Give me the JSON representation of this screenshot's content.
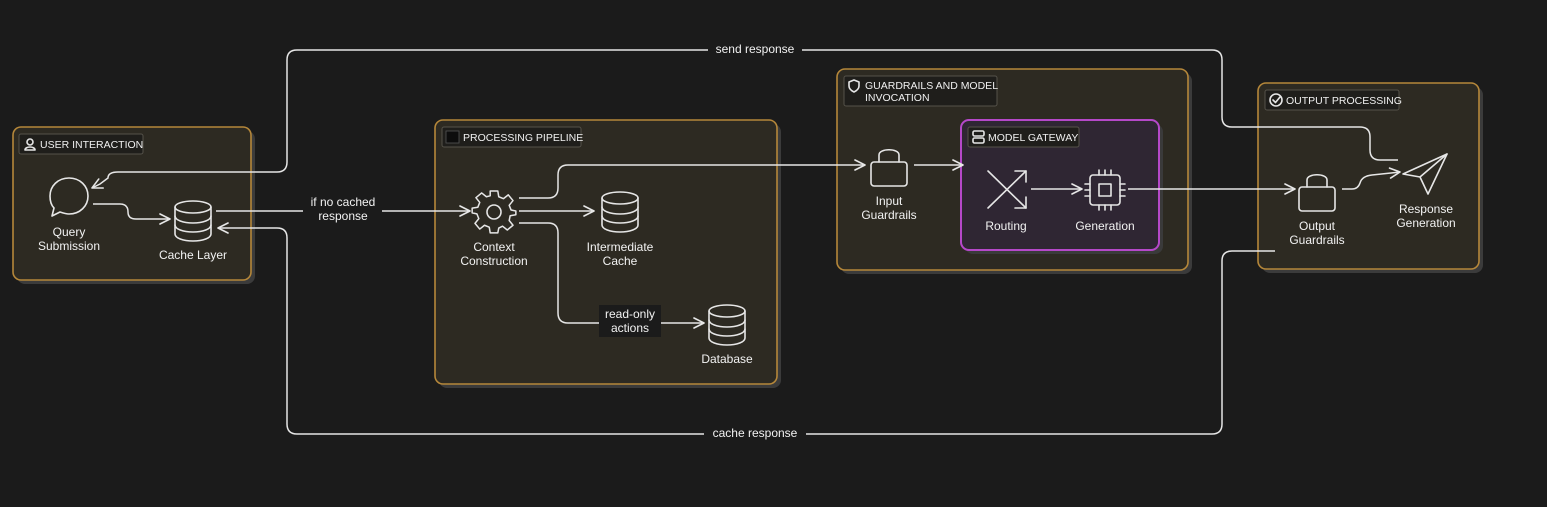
{
  "groups": {
    "user_interaction": "USER INTERACTION",
    "processing_pipeline": "PROCESSING PIPELINE",
    "guardrails": [
      "GUARDRAILS AND MODEL",
      "INVOCATION"
    ],
    "model_gateway": "MODEL GATEWAY",
    "output_processing": "OUTPUT PROCESSING"
  },
  "nodes": {
    "query_submission": [
      "Query",
      "Submission"
    ],
    "cache_layer": "Cache Layer",
    "context_construction": [
      "Context",
      "Construction"
    ],
    "intermediate_cache": [
      "Intermediate",
      "Cache"
    ],
    "database": "Database",
    "input_guardrails": [
      "Input",
      "Guardrails"
    ],
    "routing": "Routing",
    "generation": "Generation",
    "output_guardrails": [
      "Output",
      "Guardrails"
    ],
    "response_generation": [
      "Response",
      "Generation"
    ]
  },
  "edges": {
    "send_response": "send response",
    "if_no_cached": [
      "if no cached",
      "response"
    ],
    "read_only": [
      "read-only",
      "actions"
    ],
    "cache_response": "cache response"
  },
  "icons": {
    "user_interaction": "user-icon",
    "processing_pipeline": "square-icon",
    "guardrails": "shield-icon",
    "model_gateway": "server-icon",
    "output_processing": "check-circle-icon",
    "query_submission": "chat-bubble-icon",
    "cache_layer": "database-icon",
    "context_construction": "gear-icon",
    "intermediate_cache": "database-icon",
    "database": "database-icon",
    "input_guardrails": "lock-icon",
    "routing": "shuffle-icon",
    "generation": "chip-icon",
    "output_guardrails": "lock-icon",
    "response_generation": "send-icon"
  },
  "colors": {
    "background": "#1b1b1b",
    "group_border": "#b5873a",
    "gateway_border": "#b548c9",
    "line": "#e6e6e6"
  }
}
